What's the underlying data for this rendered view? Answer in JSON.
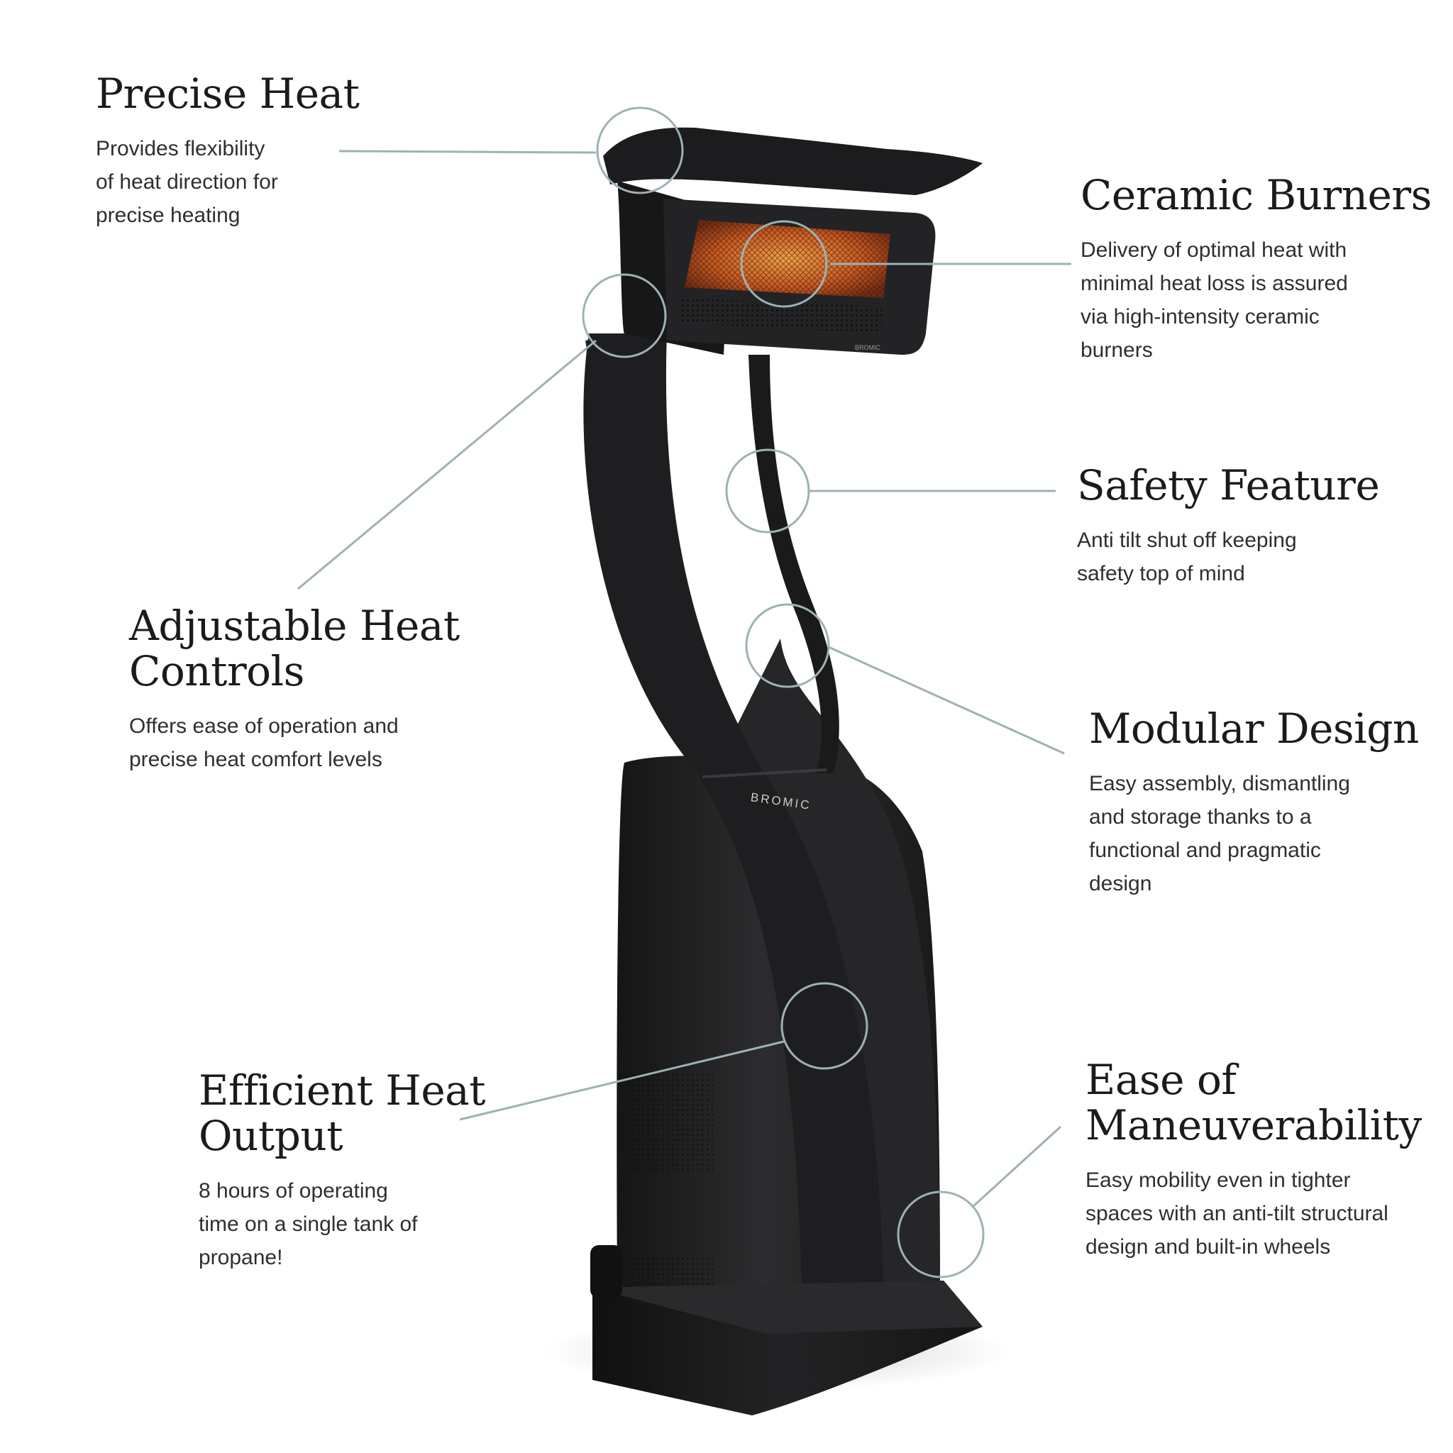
{
  "brand": {
    "logo_text": "BROMIC",
    "badge_text": "BROMIC"
  },
  "colors": {
    "callout_line": "#9fb1b6",
    "heater_body": "#2a2a2c",
    "burner_glow": "#e0742c"
  },
  "features": {
    "precise_heat": {
      "title": "Precise Heat",
      "description": "Provides flexibility\nof heat direction for\nprecise heating"
    },
    "ceramic_burners": {
      "title": "Ceramic Burners",
      "description": "Delivery of optimal heat with\nminimal heat loss is assured\nvia high-intensity ceramic\nburners"
    },
    "safety_feature": {
      "title": "Safety Feature",
      "description": "Anti tilt shut off keeping\nsafety top of mind"
    },
    "adjustable_heat_controls": {
      "title": "Adjustable Heat\nControls",
      "description": "Offers ease of operation and\nprecise heat comfort levels"
    },
    "modular_design": {
      "title": "Modular Design",
      "description": "Easy assembly, dismantling\nand storage thanks to a\nfunctional and pragmatic\ndesign"
    },
    "efficient_heat_output": {
      "title": "Efficient Heat\nOutput",
      "description": "8 hours of operating\ntime on a single tank of\npropane!"
    },
    "ease_of_maneuverability": {
      "title": "Ease of\nManeuverability",
      "description": "Easy mobility even in tighter\nspaces with an anti-tilt structural\ndesign and built-in wheels"
    }
  }
}
